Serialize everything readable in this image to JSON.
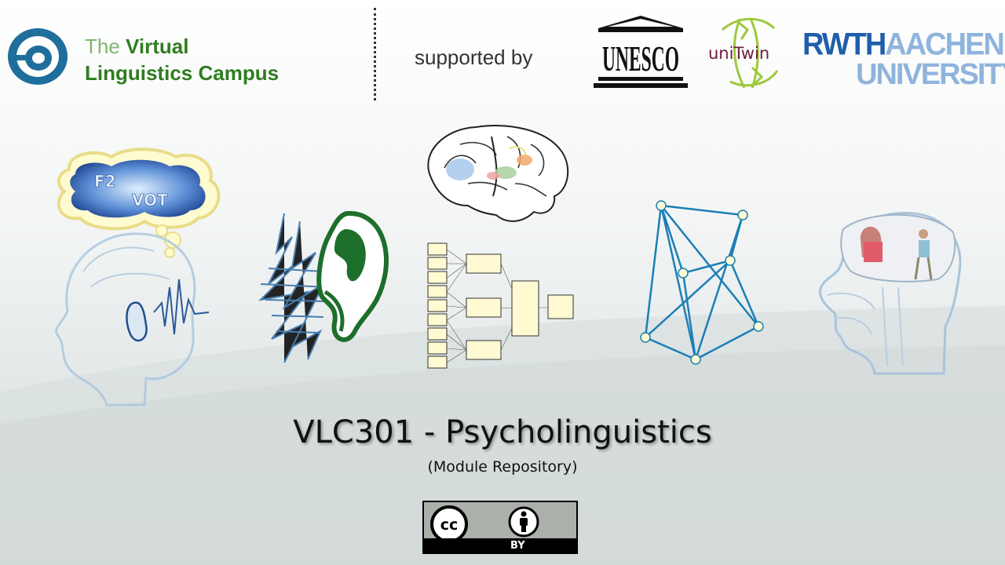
{
  "header": {
    "logo_icon": "a-logo-icon",
    "logo_text_the": "The",
    "logo_text_virtual": "Virtual",
    "logo_text_line2": "Linguistics Campus",
    "supported_by": "supported by",
    "unesco_label": "UNESCO",
    "unitwin_label": "uniTwin",
    "rwth_label": "RWTH",
    "aachen_label": "AACHEN",
    "university_label": "UNIVERSITY"
  },
  "illustrations": {
    "cloud_label_1": "F2",
    "cloud_label_2": "VOT"
  },
  "main": {
    "title": "VLC301 - Psycholinguistics",
    "subtitle": "(Module Repository)"
  },
  "license": {
    "cc_label": "cc",
    "by_label": "BY"
  },
  "colors": {
    "logo_green": "#2f7d1e",
    "logo_light_green": "#7fb66d",
    "rwth_blue": "#1f5fab",
    "network_blue": "#1b7fb5"
  }
}
